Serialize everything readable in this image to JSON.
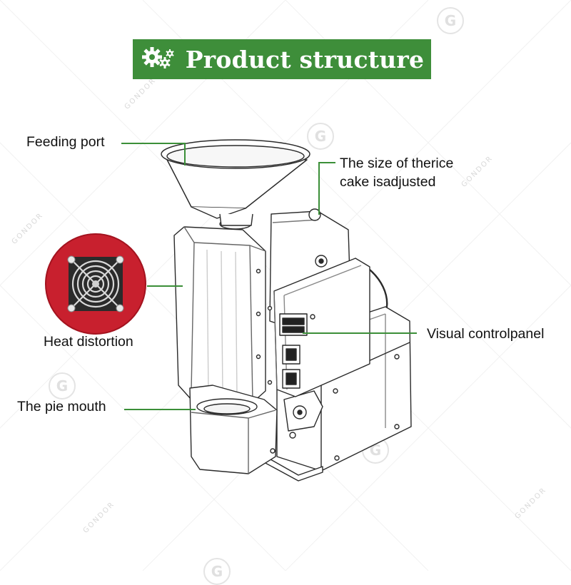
{
  "title": "Product structure",
  "watermark": "GONDOR",
  "watermark_logo": "G",
  "icons": {
    "banner": "gears-icon",
    "fan": "fan-grille-icon"
  },
  "colors": {
    "banner_bg": "#3e8e3a",
    "leader": "#3b8f38",
    "fan_bg": "#c8202e",
    "text": "#111111"
  },
  "labels": {
    "feeding_port": "Feeding port",
    "size_adjust_line1": "The size of therice",
    "size_adjust_line2": "cake isadjusted",
    "heat": "Heat distortion",
    "control_panel": "Visual controlpanel",
    "pie_mouth": "The pie mouth"
  }
}
